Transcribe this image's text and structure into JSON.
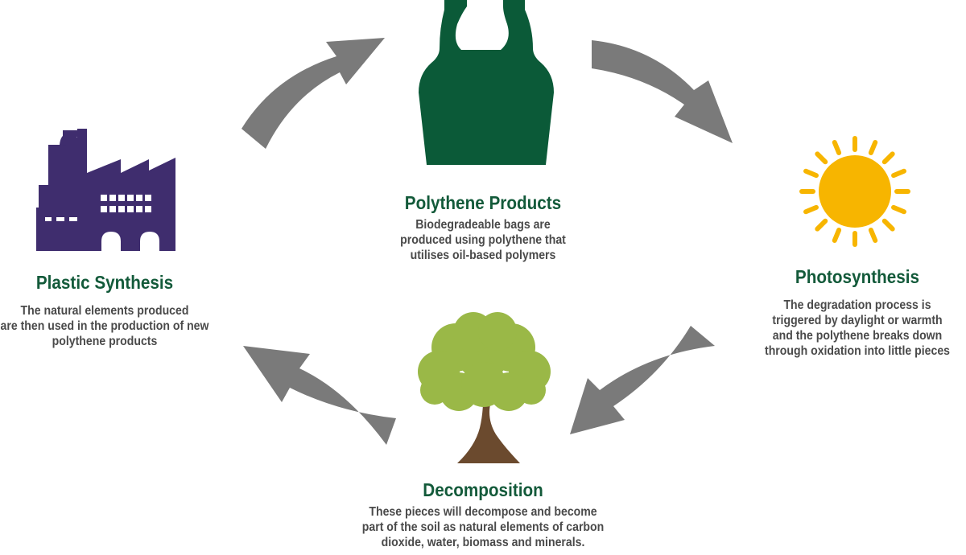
{
  "stages": {
    "products": {
      "title": "Polythene Products",
      "lines": [
        "Biodegradeable bags are",
        "produced using polythene that",
        "utilises oil-based polymers"
      ]
    },
    "photosynthesis": {
      "title": "Photosynthesis",
      "lines": [
        "The degradation process is",
        "triggered by daylight or warmth",
        "and the polythene breaks down",
        "through oxidation into little pieces"
      ]
    },
    "decomposition": {
      "title": "Decomposition",
      "lines": [
        "These pieces will decompose and become",
        "part of the soil as natural elements of carbon",
        "dioxide, water, biomass and minerals."
      ]
    },
    "synthesis": {
      "title": "Plastic Synthesis",
      "lines": [
        "The natural elements produced",
        "are then used in the production of new",
        "polythene products"
      ]
    }
  },
  "icons": {
    "bag": "shopping-bag-icon",
    "sun": "sun-icon",
    "tree": "tree-icon",
    "factory": "factory-icon"
  },
  "colors": {
    "title": "#135a3a",
    "text": "#4a4a4a",
    "arrow": "#7a7a7a",
    "bag": "#0b5a38",
    "sun": "#f7b500",
    "factory": "#3f2d6e",
    "tree_canopy": "#9ab847",
    "tree_trunk": "#6b4a2e"
  }
}
